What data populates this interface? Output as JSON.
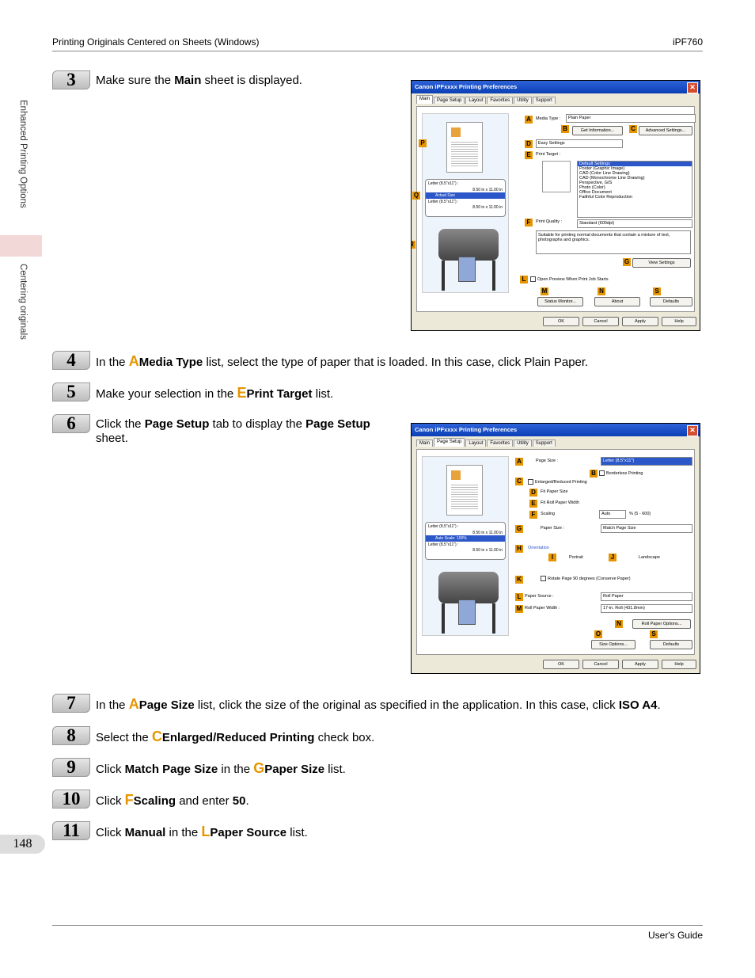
{
  "header": {
    "left": "Printing Originals Centered on Sheets (Windows)",
    "right": "iPF760"
  },
  "sidebar": {
    "top": "Enhanced Printing Options",
    "bottom": "Centering originals"
  },
  "page_number": "148",
  "footer": "User's Guide",
  "steps": {
    "s3": {
      "num": "3",
      "pre": "Make sure the ",
      "b": "Main",
      "post": " sheet is displayed."
    },
    "s4": {
      "num": "4",
      "pre": "In the ",
      "letter": "A",
      "b": "Media Type",
      "post": " list, select the type of paper that is loaded. In this case, click Plain Paper."
    },
    "s5": {
      "num": "5",
      "pre": "Make your selection in the ",
      "letter": "E",
      "b": "Print Target",
      "post": " list."
    },
    "s6": {
      "num": "6",
      "pre": "Click the ",
      "b1": "Page Setup",
      "mid": " tab to display the ",
      "b2": "Page Setup",
      "post": " sheet."
    },
    "s7": {
      "num": "7",
      "pre": "In the ",
      "letter": "A",
      "b1": "Page Size",
      "mid": " list, click the size of the original as specified in the application. In this case, click ",
      "b2": "ISO A4",
      "post": "."
    },
    "s8": {
      "num": "8",
      "pre": "Select the ",
      "letter": "C",
      "b": "Enlarged/Reduced Printing",
      "post": " check box."
    },
    "s9": {
      "num": "9",
      "pre": "Click ",
      "b1": "Match Page Size",
      "mid": " in the ",
      "letter": "G",
      "b2": "Paper Size",
      "post": " list."
    },
    "s10": {
      "num": "10",
      "pre": "Click ",
      "letter": "F",
      "b1": "Scaling",
      "mid": " and enter ",
      "b2": "50",
      "post": "."
    },
    "s11": {
      "num": "11",
      "pre": "Click ",
      "b1": "Manual",
      "mid": " in the ",
      "letter": "L",
      "b2": "Paper Source",
      "post": " list."
    }
  },
  "dialog": {
    "title": "Canon iPFxxxx Printing Preferences",
    "close": "✕",
    "tabs": [
      "Main",
      "Page Setup",
      "Layout",
      "Favorites",
      "Utility",
      "Support"
    ],
    "ok": "OK",
    "cancel": "Cancel",
    "apply": "Apply",
    "help": "Help",
    "preview_letter1": "Letter (8.5\"x11\") :",
    "preview_size1": "8.50 in x 11.00 in",
    "preview_actual": "Actual Size",
    "preview_letter2": "Letter (8.5\"x11\") :",
    "preview_size2": "8.50 in x 11.00 in",
    "preview_autoscale": "Auto Scale: 100%",
    "main": {
      "media_type_label": "Media Type :",
      "media_type_value": "Plain Paper",
      "get_info": "Get Information...",
      "advanced": "Advanced Settings...",
      "easy": "Easy Settings",
      "print_target_label": "Print Target :",
      "targets": [
        "Default Settings",
        "Poster (Graphic Image)",
        "CAD (Color Line Drawing)",
        "CAD (Monochrome Line Drawing)",
        "Perspective, GIS",
        "Photo (Color)",
        "Office Document",
        "Faithful Color Reproduction"
      ],
      "quality_label": "Print Quality :",
      "quality_value": "Standard (600dpi)",
      "desc": "Suitable for printing normal documents that contain a mixture of text, photographs and graphics.",
      "view_settings": "View Settings",
      "open_preview": "Open Preview When Print Job Starts",
      "status": "Status Monitor...",
      "about": "About",
      "defaults": "Defaults"
    },
    "setup": {
      "page_size_label": "Page Size :",
      "page_size_value": "Letter (8.5\"x11\")",
      "borderless": "Borderless Printing",
      "enlarged": "Enlarged/Reduced Printing",
      "fit_paper": "Fit Paper Size",
      "fit_roll": "Fit Roll Paper Width",
      "scaling": "Scaling",
      "scaling_value": "Auto",
      "scaling_range": "% (5 - 600)",
      "paper_size_label": "Paper Size :",
      "paper_size_value": "Match Page Size",
      "orientation": "Orientation",
      "portrait": "Portrait",
      "landscape": "Landscape",
      "rotate": "Rotate Page 90 degrees (Conserve Paper)",
      "source_label": "Paper Source :",
      "source_value": "Roll Paper",
      "roll_width_label": "Roll Paper Width :",
      "roll_width_value": "17-in. Roll (431.8mm)",
      "roll_options": "Roll Paper Options...",
      "size_options": "Size Options...",
      "defaults": "Defaults"
    },
    "badges_main": [
      "A",
      "B",
      "C",
      "D",
      "E",
      "F",
      "G",
      "L",
      "M",
      "N",
      "S",
      "P",
      "Q",
      "R"
    ],
    "badges_setup": [
      "A",
      "B",
      "C",
      "D",
      "E",
      "F",
      "G",
      "H",
      "I",
      "J",
      "K",
      "L",
      "M",
      "N",
      "O",
      "S"
    ]
  }
}
